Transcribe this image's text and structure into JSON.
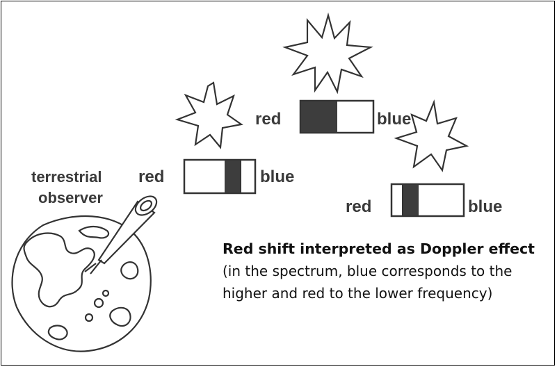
{
  "caption": {
    "title": "Red shift interpreted as Doppler effect",
    "note": "(in the spectrum, blue corresponds to the higher and red to the lower frequency)"
  },
  "observer": {
    "label_line1": "terrestrial",
    "label_line2": "observer"
  },
  "galaxies": [
    {
      "red_label": "red",
      "blue_label": "blue"
    },
    {
      "red_label": "red",
      "blue_label": "blue"
    },
    {
      "red_label": "red",
      "blue_label": "blue"
    }
  ],
  "colors": {
    "ink": "#3a3a3a",
    "band": "#3d3d3d",
    "frame": "#000000"
  },
  "icons": [
    "star-icon",
    "earth-icon",
    "telescope-icon"
  ]
}
